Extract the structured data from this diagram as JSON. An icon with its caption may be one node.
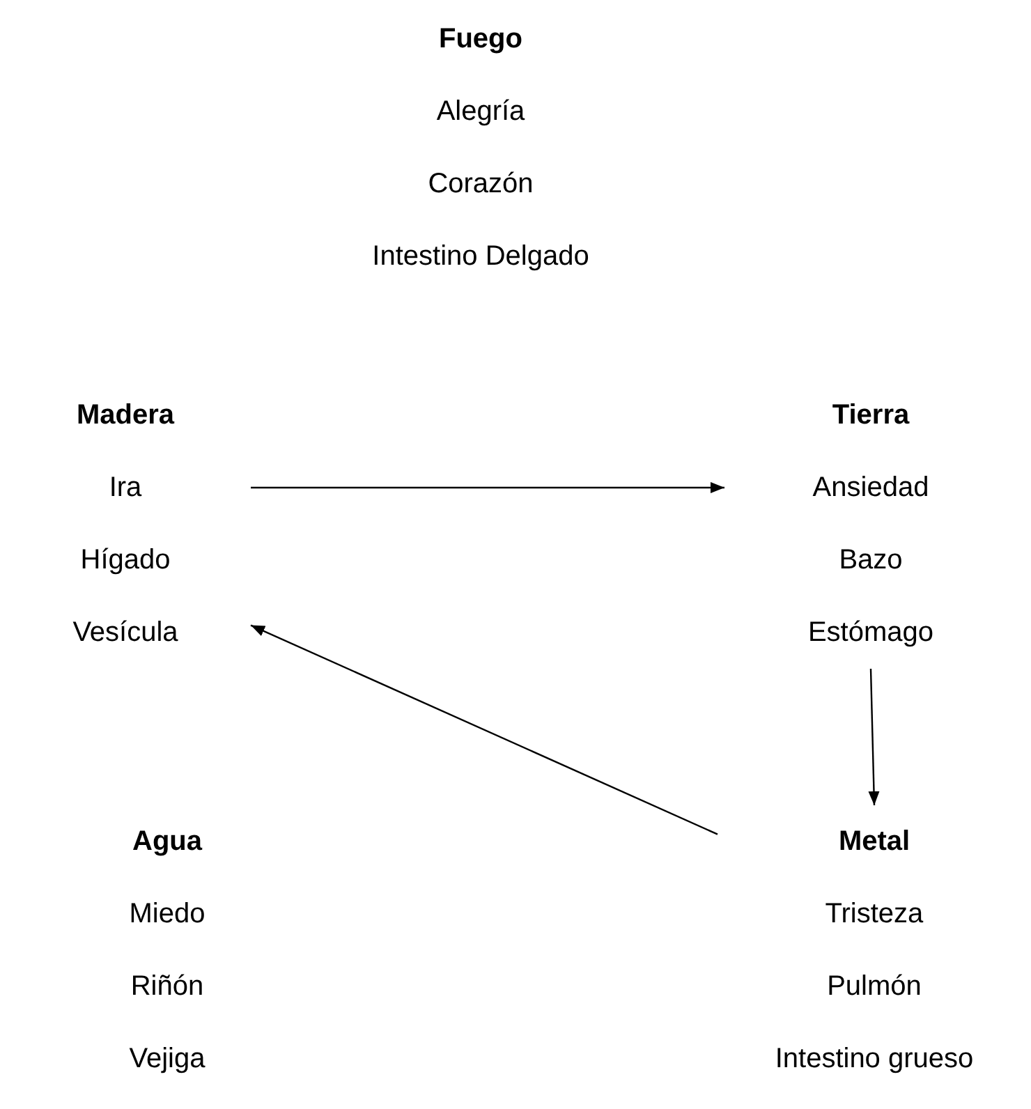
{
  "diagram": {
    "nodes": [
      {
        "text": [
          "Fuego",
          "Alegría",
          "Corazón",
          "Intestino Delgado"
        ]
      },
      {
        "text": [
          "Madera",
          "Ira",
          "Hígado",
          "Vesícula"
        ]
      },
      {
        "text": [
          "Tierra",
          "Ansiedad",
          "Bazo",
          "Estómago"
        ]
      },
      {
        "text": [
          "Agua",
          "Miedo",
          "Riñón",
          "Vejiga"
        ]
      },
      {
        "text": [
          "Metal",
          "Tristeza",
          "Pulmón",
          "Intestino grueso"
        ]
      }
    ],
    "edges": [
      {
        "from": 1,
        "to": 2,
        "arrow": "to"
      },
      {
        "from": 2,
        "to": 4,
        "arrow": "to"
      },
      {
        "from": 4,
        "to": 1,
        "arrow": "to"
      }
    ]
  }
}
